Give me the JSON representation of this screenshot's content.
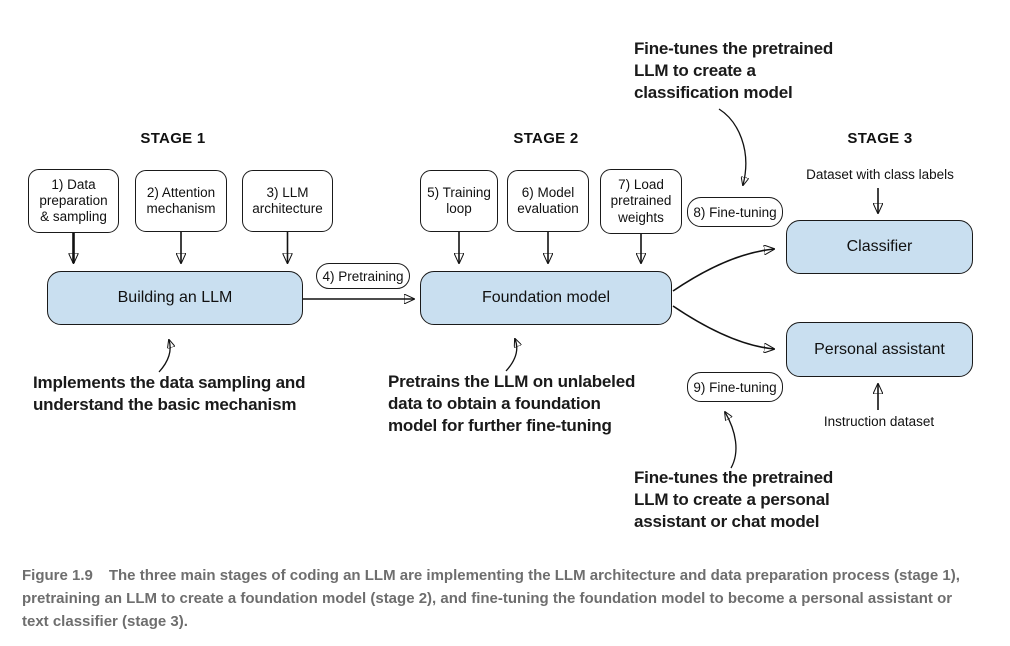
{
  "colors": {
    "model_fill": "#c9dff0",
    "box_border": "#1a1a1a",
    "annotation_text": "#1a1a1a",
    "caption_text": "#6e6e6e"
  },
  "stages": {
    "stage1": "STAGE 1",
    "stage2": "STAGE 2",
    "stage3": "STAGE 3"
  },
  "steps": {
    "step1": "1) Data\npreparation\n& sampling",
    "step2": "2) Attention\nmechanism",
    "step3": "3) LLM\narchitecture",
    "step4": "4) Pretraining",
    "step5": "5) Training\nloop",
    "step6": "6) Model\nevaluation",
    "step7": "7) Load\npretrained\nweights",
    "step8": "8) Fine-tuning",
    "step9": "9) Fine-tuning"
  },
  "models": {
    "building": "Building an LLM",
    "foundation": "Foundation model",
    "classifier": "Classifier",
    "assistant": "Personal assistant"
  },
  "datasets": {
    "class_labels": "Dataset with class labels",
    "instruction": "Instruction dataset"
  },
  "annotations": {
    "classification": "Fine-tunes the pretrained\nLLM to create a\nclassification model",
    "stage1": "Implements the data sampling and\nunderstand the basic mechanism",
    "stage2": "Pretrains the LLM on unlabeled\ndata to obtain a foundation\nmodel for further fine-tuning",
    "chat": "Fine-tunes the pretrained\nLLM to create a personal\nassistant or chat model"
  },
  "caption": {
    "label": "Figure 1.9",
    "text": "The three main stages of coding an LLM are implementing the LLM architecture and data preparation process (stage 1), pretraining an LLM to create a foundation model (stage 2), and fine-tuning the foundation model to become a personal assistant or text classifier (stage 3)."
  }
}
